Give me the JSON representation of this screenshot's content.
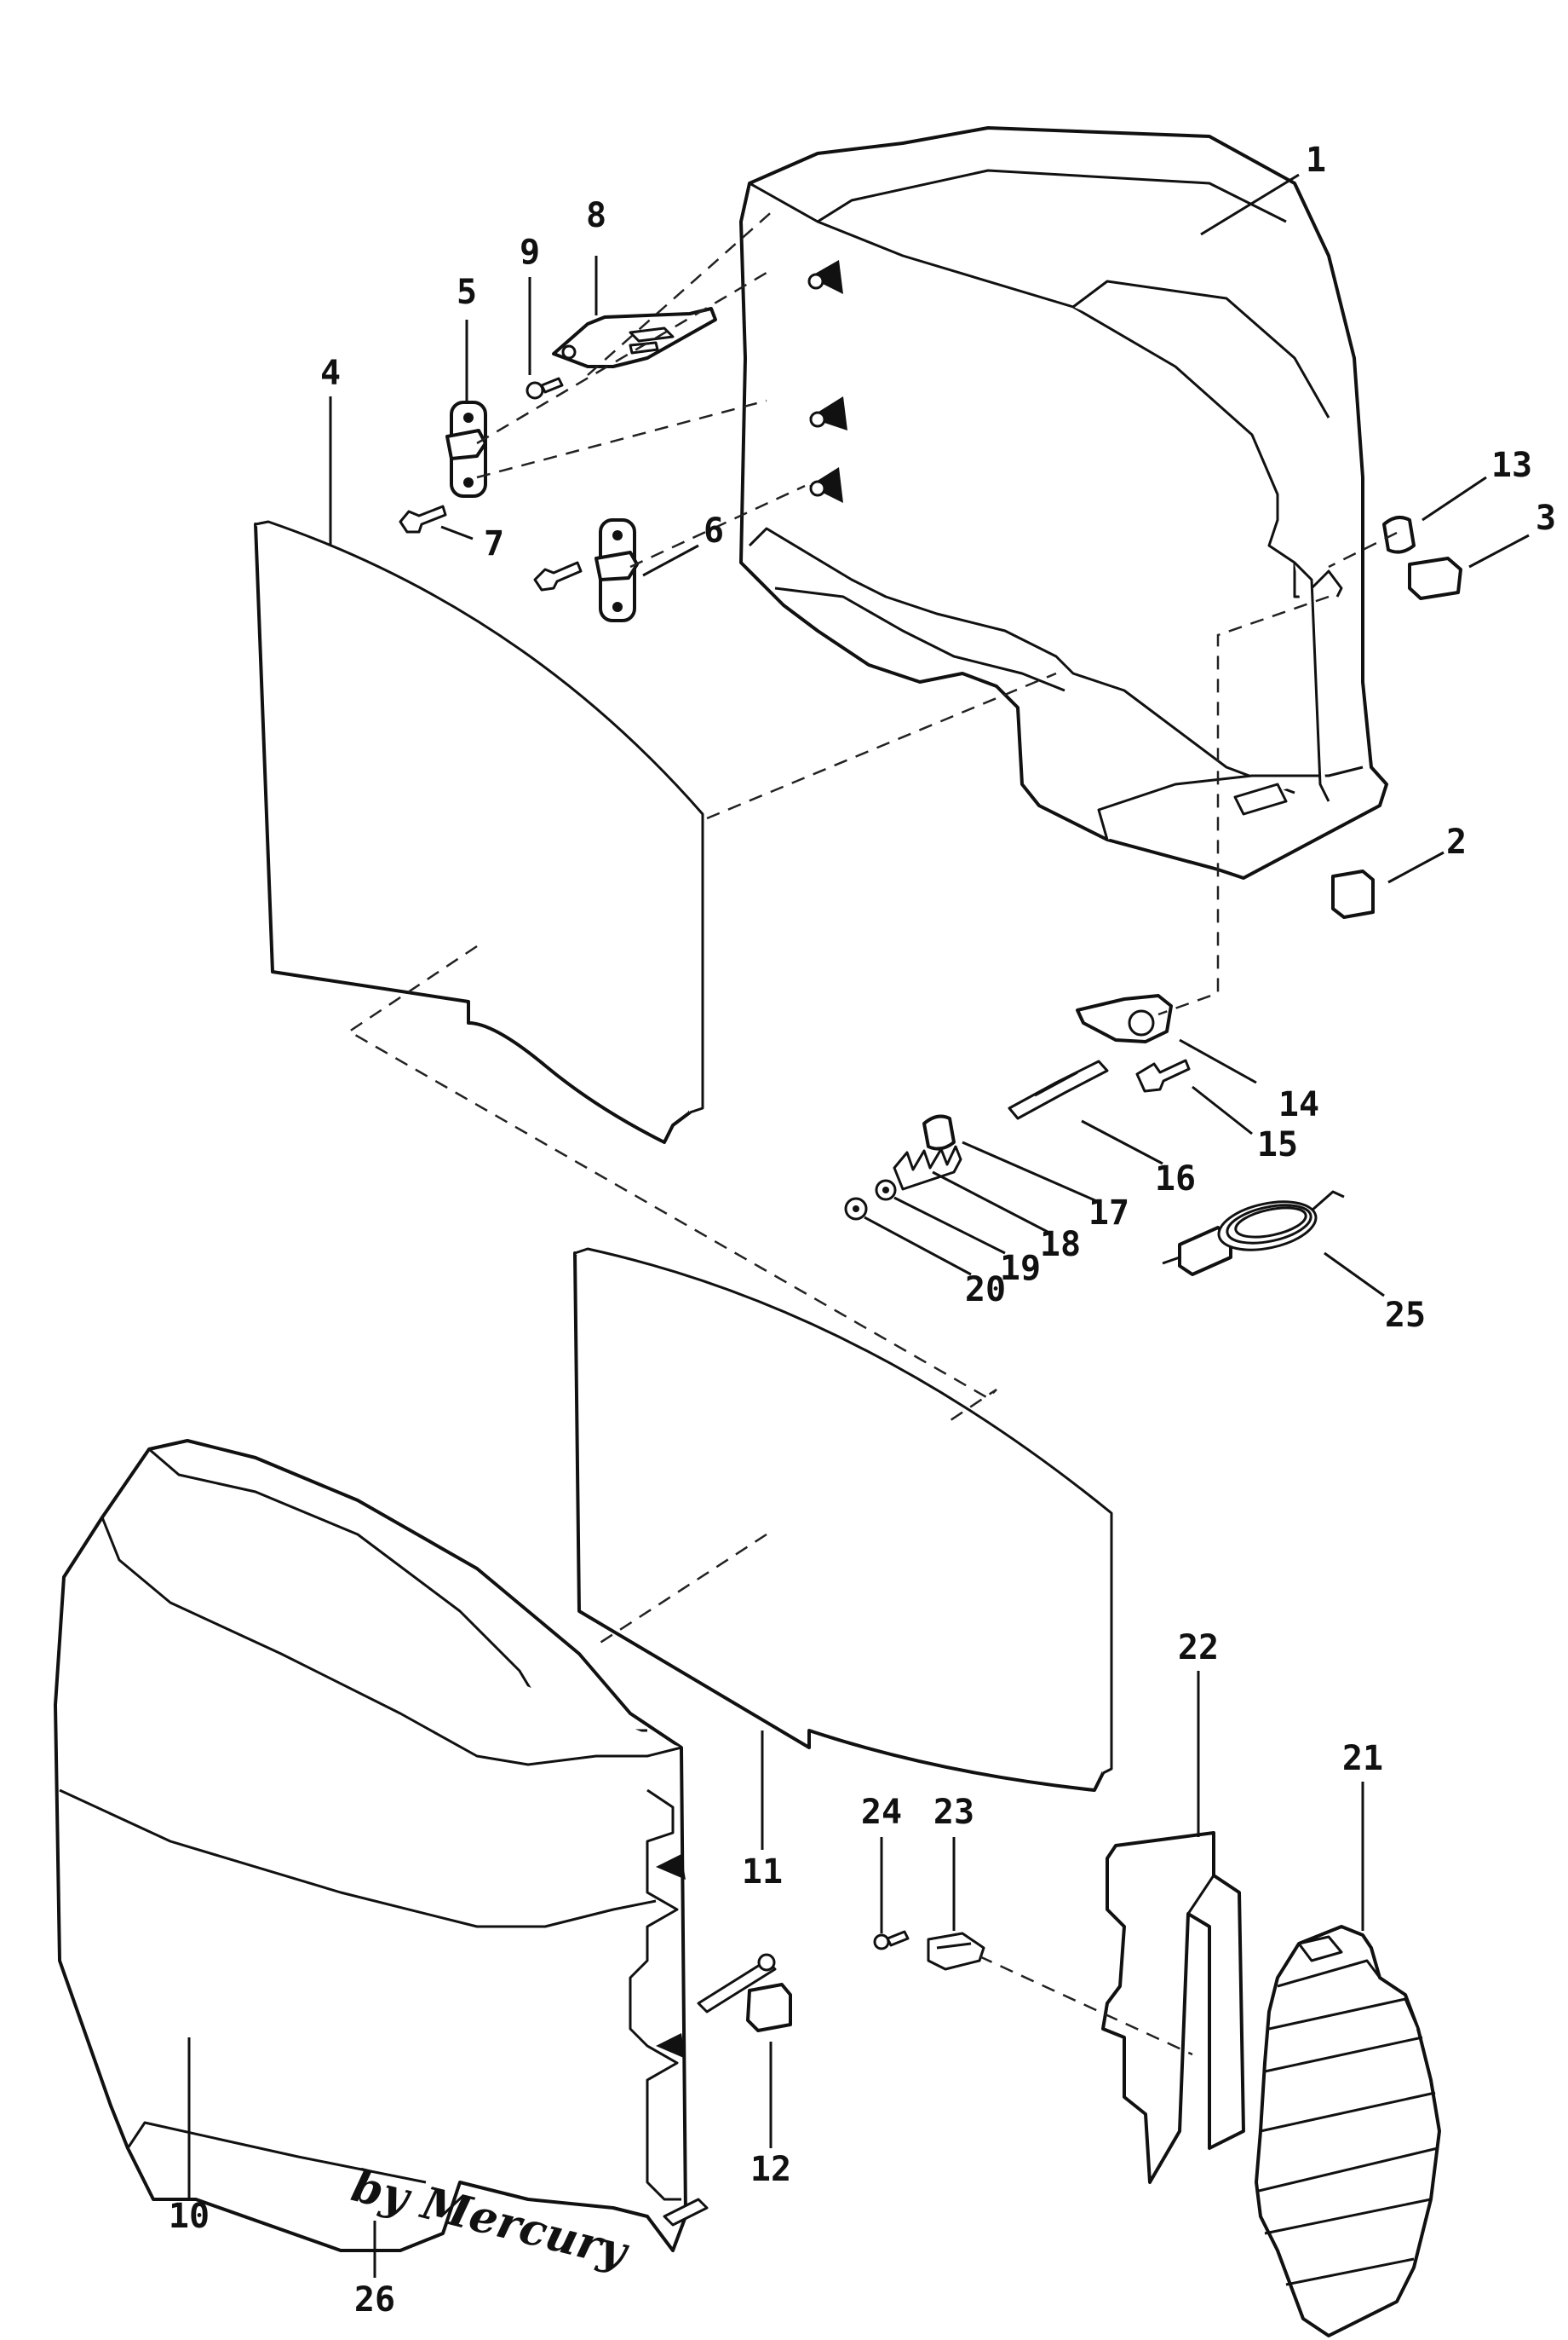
{
  "callouts": [
    {
      "id": "1",
      "label": "1"
    },
    {
      "id": "2",
      "label": "2"
    },
    {
      "id": "3",
      "label": "3"
    },
    {
      "id": "4",
      "label": "4"
    },
    {
      "id": "5",
      "label": "5"
    },
    {
      "id": "6",
      "label": "6"
    },
    {
      "id": "7",
      "label": "7"
    },
    {
      "id": "8",
      "label": "8"
    },
    {
      "id": "9",
      "label": "9"
    },
    {
      "id": "10",
      "label": "10"
    },
    {
      "id": "11",
      "label": "11"
    },
    {
      "id": "12",
      "label": "12"
    },
    {
      "id": "13",
      "label": "13"
    },
    {
      "id": "14",
      "label": "14"
    },
    {
      "id": "15",
      "label": "15"
    },
    {
      "id": "16",
      "label": "16"
    },
    {
      "id": "17",
      "label": "17"
    },
    {
      "id": "18",
      "label": "18"
    },
    {
      "id": "19",
      "label": "19"
    },
    {
      "id": "20",
      "label": "20"
    },
    {
      "id": "21",
      "label": "21"
    },
    {
      "id": "22",
      "label": "22"
    },
    {
      "id": "23",
      "label": "23"
    },
    {
      "id": "24",
      "label": "24"
    },
    {
      "id": "25",
      "label": "25"
    },
    {
      "id": "26",
      "label": "26"
    }
  ],
  "decal_text": "by Mercury"
}
